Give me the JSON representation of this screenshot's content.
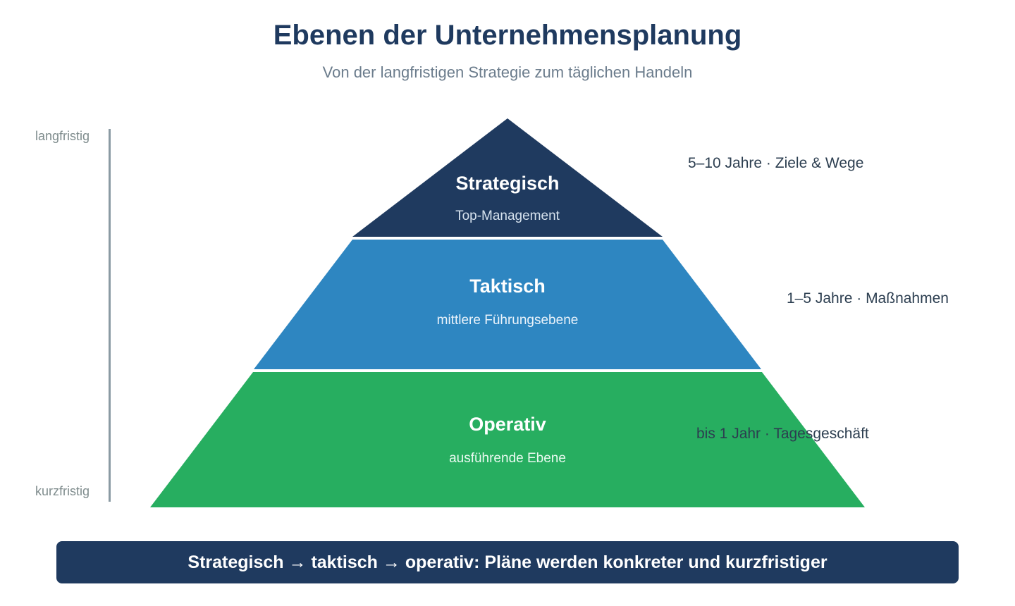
{
  "header": {
    "title": "Ebenen der Unternehmensplanung",
    "subtitle": "Von der langfristigen Strategie zum täglichen Handeln"
  },
  "time_axis": {
    "top_label": "langfristig",
    "bottom_label": "kurzfristig"
  },
  "levels": [
    {
      "name": "Strategisch",
      "audience": "Top-Management",
      "horizon": "5–10 Jahre · Ziele & Wege",
      "color": "#1f3a5f",
      "sub_color": "#d6e2ee"
    },
    {
      "name": "Taktisch",
      "audience": "mittlere Führungsebene",
      "horizon": "1–5 Jahre · Maßnahmen",
      "color": "#2e86c1",
      "sub_color": "#eaf3fb"
    },
    {
      "name": "Operativ",
      "audience": "ausführende Ebene",
      "horizon": "bis 1 Jahr · Tagesgeschäft",
      "color": "#27ae60",
      "sub_color": "#eafaf1"
    }
  ],
  "footer": {
    "summary": "Strategisch → taktisch → operativ: Pläne werden konkreter und kurzfristiger"
  }
}
